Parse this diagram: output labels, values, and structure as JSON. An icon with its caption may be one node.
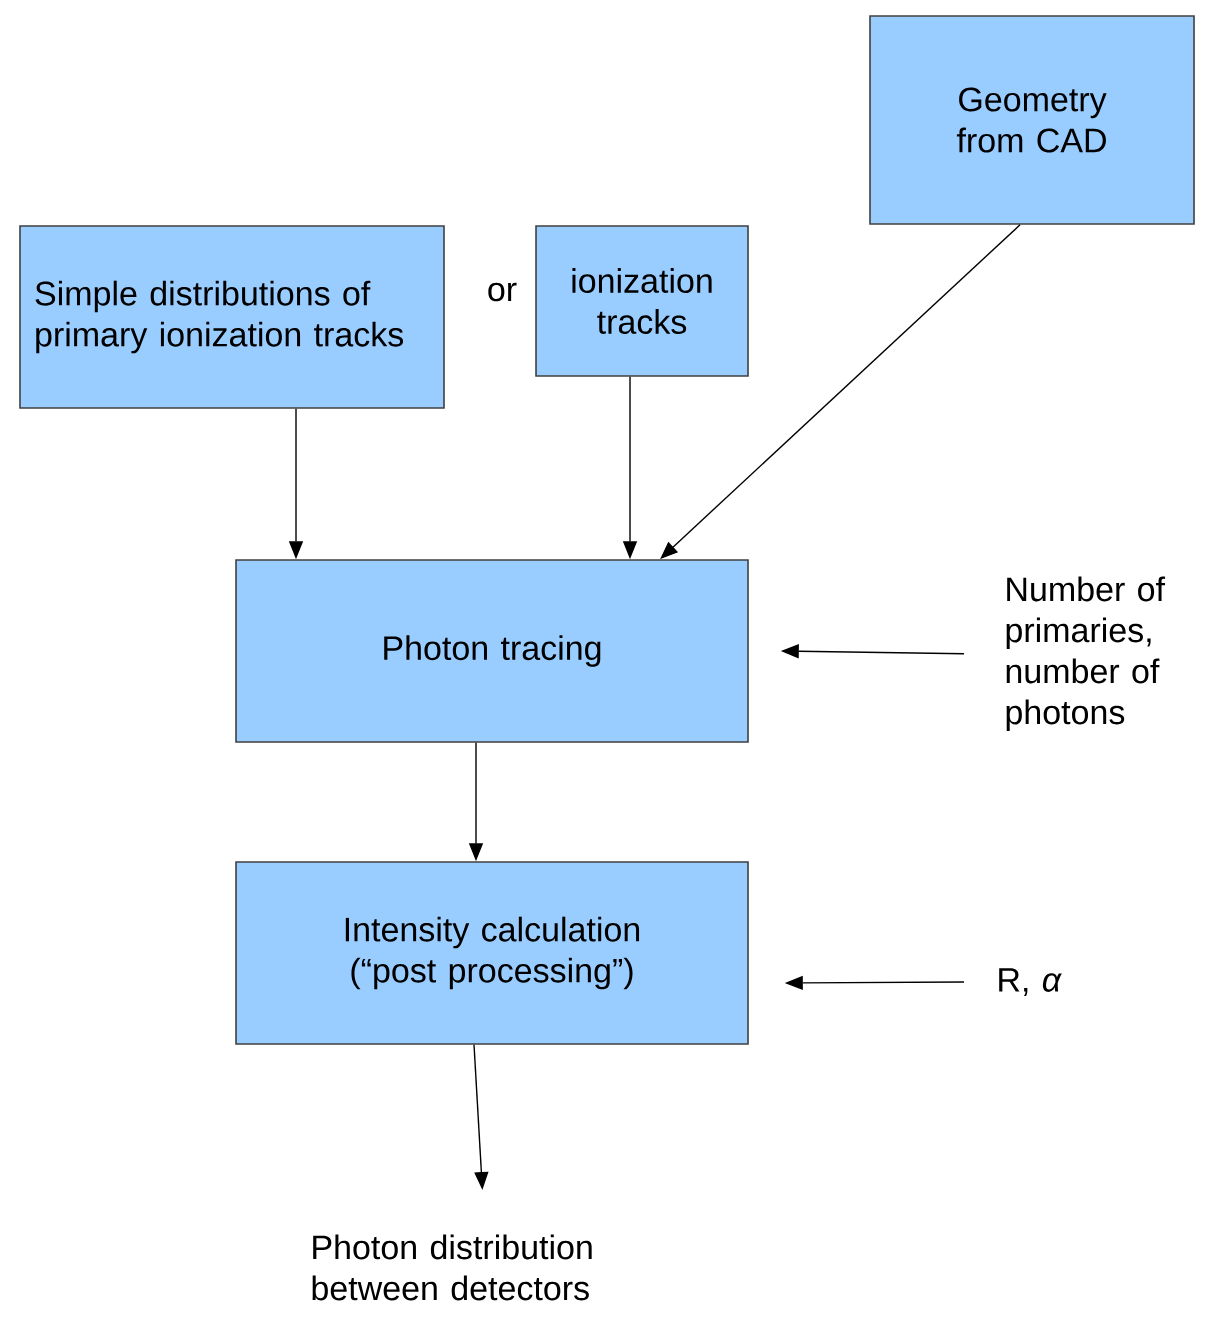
{
  "diagram": {
    "nodes": [
      {
        "text": [
          "Geometry from CAD"
        ]
      },
      {
        "text": [
          "Simple distributions of primary ionization tracks"
        ]
      },
      {
        "text": [
          "ionization tracks"
        ]
      },
      {
        "text": [
          "Photon tracing"
        ]
      },
      {
        "text": [
          "Number of primaries, number of photons"
        ]
      },
      {
        "text": [
          "Intensity calculation (“post processing”)"
        ]
      },
      {
        "text": [
          "R, *α*"
        ]
      },
      {
        "text": [
          "Photon distribution between detectors"
        ]
      }
    ],
    "edges": [
      {
        "from": 1,
        "to": 3,
        "arrow": "to"
      },
      {
        "from": 2,
        "to": 3,
        "arrow": "to"
      },
      {
        "from": 0,
        "to": 3,
        "arrow": "to"
      },
      {
        "from": 4,
        "to": 3,
        "arrow": "to"
      },
      {
        "from": 3,
        "to": 5,
        "arrow": "to"
      },
      {
        "from": 6,
        "to": 5,
        "arrow": "to"
      },
      {
        "from": 5,
        "to": 7,
        "arrow": "to"
      }
    ],
    "labels": [
      "or"
    ]
  }
}
